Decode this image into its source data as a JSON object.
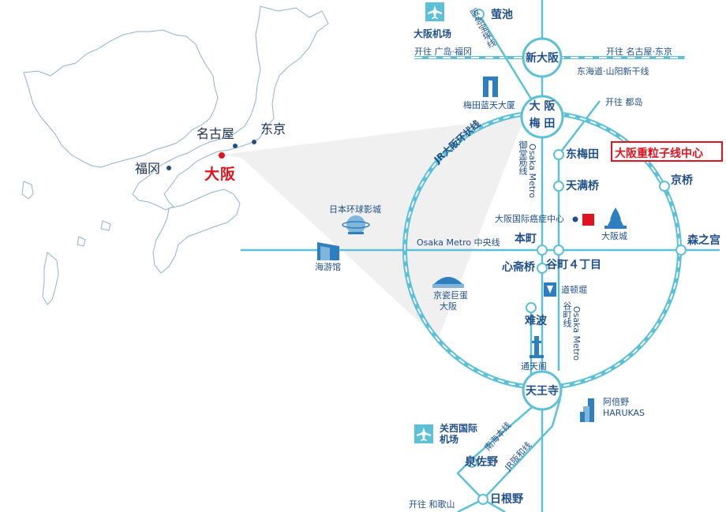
{
  "map": {
    "cities": {
      "nagoya": "名古屋",
      "tokyo": "东京",
      "fukuoka": "福冈",
      "osaka": "大阪"
    },
    "target": "大阪重粒子线中心",
    "stations": {
      "shin_osaka": "新大阪",
      "osaka": "大 阪",
      "umeda": "梅 田",
      "higashi_umeda": "东梅田",
      "temmabashi": "天满桥",
      "kyobashi": "京桥",
      "morinomiya": "森之宫",
      "hommachi": "本町",
      "tanimachi4": "谷町４丁目",
      "shinsaibashi": "心斋桥",
      "namba": "难波",
      "tennoji": "天王寺",
      "hotarugaike": "萤池",
      "izumisano": "泉佐野",
      "hineno": "日根野"
    },
    "landmarks": {
      "itami_airport": "大阪机场",
      "kansai_airport_l1": "关西国际",
      "kansai_airport_l2": "机场",
      "umeda_sky": "梅田蓝天大厦",
      "usj": "日本环球影城",
      "aquarium": "海游馆",
      "kyocera_l1": "京瓷巨蛋",
      "kyocera_l2": "大阪",
      "osaka_castle": "大阪城",
      "cancer_center": "大阪国际癌症中心",
      "tsutenkaku": "通天阁",
      "abeno_l1": "阿倍野",
      "abeno_l2": "HARUKAS"
    },
    "lines": {
      "hankyu_takarazuka": "阪急宝塚线",
      "shinkansen": "东海道·山阳新干线",
      "jr_loop": "JR大阪环状线",
      "midosuji": "御堂筋线",
      "osaka_metro_midosuji": "Osaka Metro",
      "osaka_metro_tanimachi": "Osaka Metro",
      "tanimachi": "谷町线",
      "chuo": "Osaka Metro 中央线",
      "nagahori": "道顿堀",
      "nankai": "南海本线",
      "jr_hanwa": "JR阪和线"
    },
    "destinations": {
      "to_hiroshima": "开往 广岛·福冈",
      "to_nagoya": "开往 名古屋·东京",
      "to_kyoto": "开往 都岛",
      "to_wakayama": "开往 和歌山"
    },
    "colors": {
      "rail": "#5cc0d8",
      "rail_dark": "#2e9fc3",
      "text": "#1f4f8a",
      "accent_red": "#e0141e",
      "land_outline": "#8fb3cf"
    }
  }
}
